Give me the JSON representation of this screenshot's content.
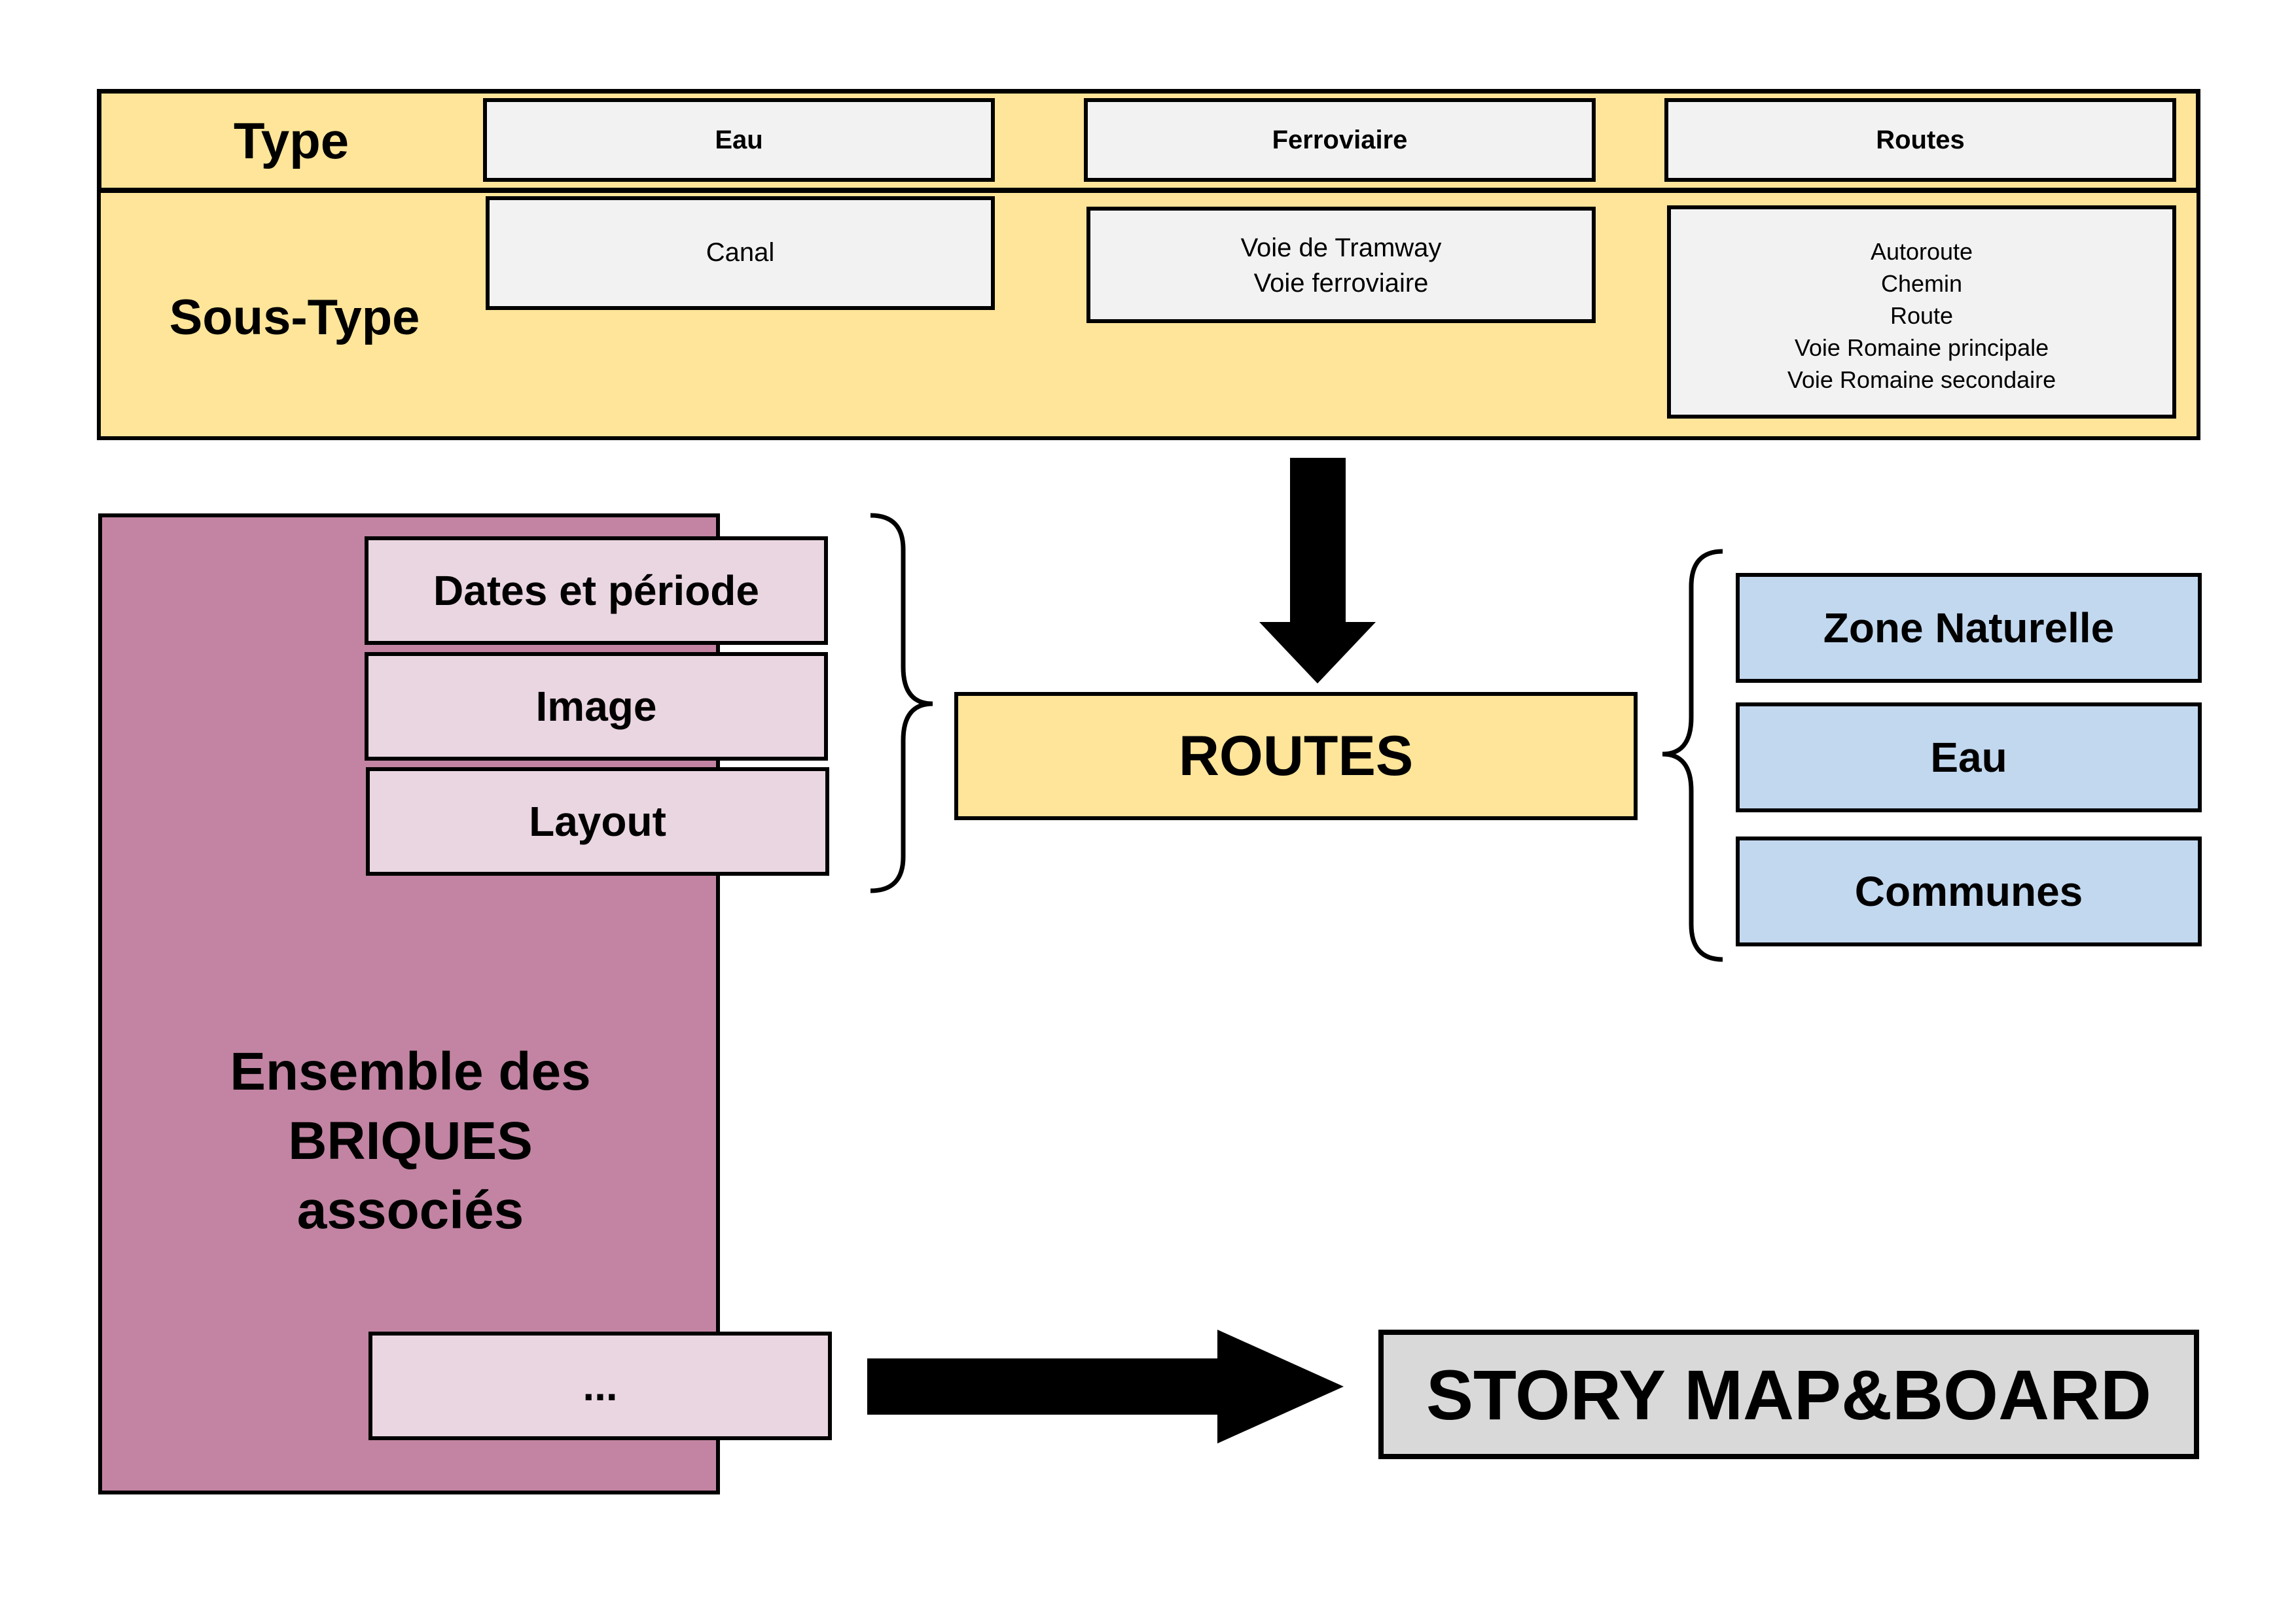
{
  "type_row": {
    "label": "Type",
    "columns": [
      "Eau",
      "Ferroviaire",
      "Routes"
    ]
  },
  "subtype_row": {
    "label": "Sous-Type",
    "eau": [
      "Canal"
    ],
    "ferroviaire": [
      "Voie de Tramway",
      "Voie ferroviaire"
    ],
    "routes": [
      "Autoroute",
      "Chemin",
      "Route",
      "Voie Romaine principale",
      "Voie Romaine secondaire"
    ]
  },
  "briques": {
    "title": "Ensemble des BRIQUES associés",
    "items": [
      "Dates et période",
      "Image",
      "Layout",
      "..."
    ]
  },
  "center_label": "ROUTES",
  "layers": [
    "Zone Naturelle",
    "Eau",
    "Communes"
  ],
  "output_label": "STORY MAP&BOARD",
  "colors": {
    "yellow": "#fee599",
    "grey": "#f2f2f2",
    "pink": "#ead6e1",
    "mauve": "#c284a2",
    "blue": "#c2d8ef",
    "darkgrey": "#d9d9d9"
  }
}
